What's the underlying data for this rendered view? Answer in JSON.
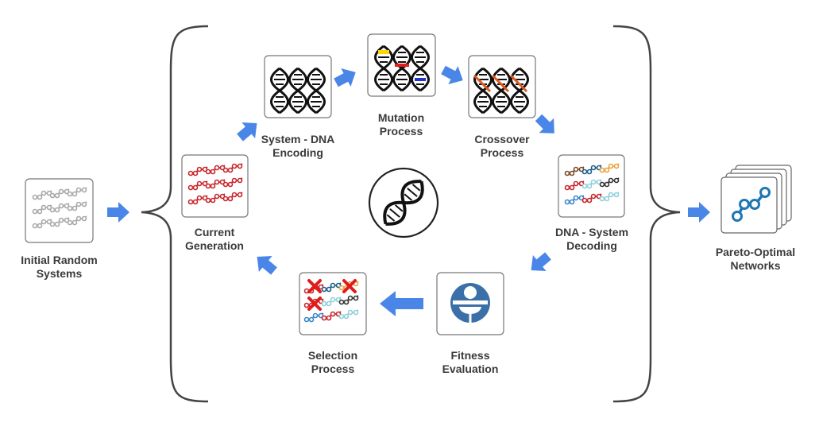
{
  "labels": {
    "initial": [
      "Initial Random",
      "Systems"
    ],
    "current": [
      "Current",
      "Generation"
    ],
    "encoding": [
      "System - DNA",
      "Encoding"
    ],
    "mutation": [
      "Mutation",
      "Process"
    ],
    "crossover": [
      "Crossover",
      "Process"
    ],
    "decoding": [
      "DNA - System",
      "Decoding"
    ],
    "fitness": [
      "Fitness",
      "Evaluation"
    ],
    "selection": [
      "Selection",
      "Process"
    ],
    "pareto": [
      "Pareto-Optimal",
      "Networks"
    ]
  },
  "icons": {
    "initial": "network-chain-grid-icon",
    "current": "network-chain-grid-icon",
    "encoding": "dna-helix-icon",
    "mutation": "dna-mutation-icon",
    "crossover": "dna-crossover-icon",
    "decoding": "network-chain-grid-icon",
    "fitness": "fitness-person-icon",
    "selection": "selection-cross-icon",
    "pareto": "pareto-network-icon",
    "center": "dna-helix-circle-icon"
  },
  "colors": {
    "arrow": "#4a86e8",
    "bracket": "#444444",
    "box_border": "#777777",
    "label": "#3a3a3a",
    "initial_chain": "#a8a8a8",
    "current_chain": "#c7262b",
    "fitness_blue": "#3b6fa8",
    "cross_red": "#e01b1b",
    "mutation_yellow": "#ffd600",
    "mutation_red": "#e0201c",
    "mutation_blue": "#2233cc",
    "pareto_blue": "#1f77b4"
  }
}
